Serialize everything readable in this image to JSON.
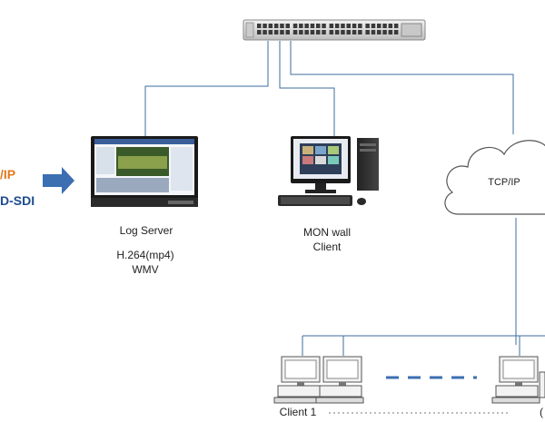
{
  "inputs": {
    "ip_label": "/IP",
    "sdi_label": "D-SDI",
    "ip_color": "#e07a1f",
    "sdi_color": "#1d4c8f"
  },
  "log_server": {
    "name": "Log Server",
    "format1": "H.264(mp4)",
    "format2": "WMV"
  },
  "mon_wall": {
    "line1": "MON wall",
    "line2": "Client"
  },
  "cloud": {
    "label": "TCP/IP"
  },
  "clients": {
    "first": "Client 1",
    "last_partial": "("
  },
  "colors": {
    "link": "#3d6e9e",
    "arrow": "#3b6fb1",
    "dash": "#3b6fb1"
  }
}
